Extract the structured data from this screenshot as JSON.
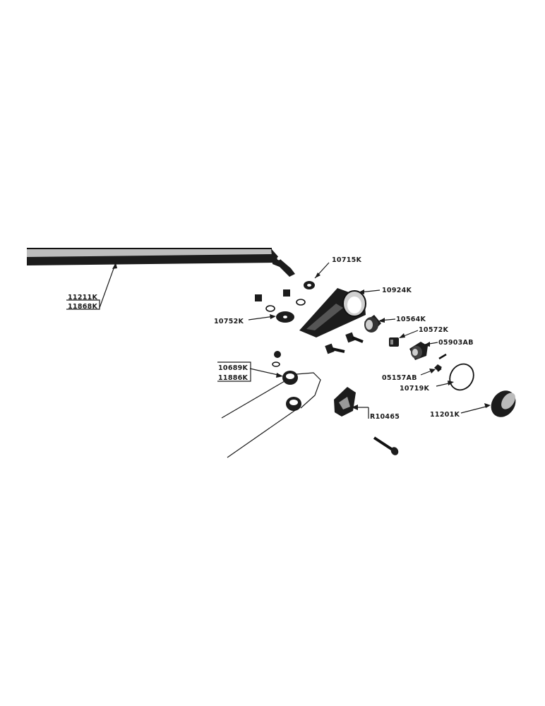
{
  "labels": {
    "rod_a": "11211K",
    "rod_b": "11868K",
    "washer_top": "10715K",
    "arm": "10924K",
    "washer_left": "10752K",
    "bushing": "10564K",
    "bolt_small": "10572K",
    "collar": "05903AB",
    "spring_a": "10689K",
    "spring_b": "11886K",
    "pin": "05157AB",
    "gasket": "10719K",
    "clip": "R10465",
    "cap": "11201K"
  }
}
